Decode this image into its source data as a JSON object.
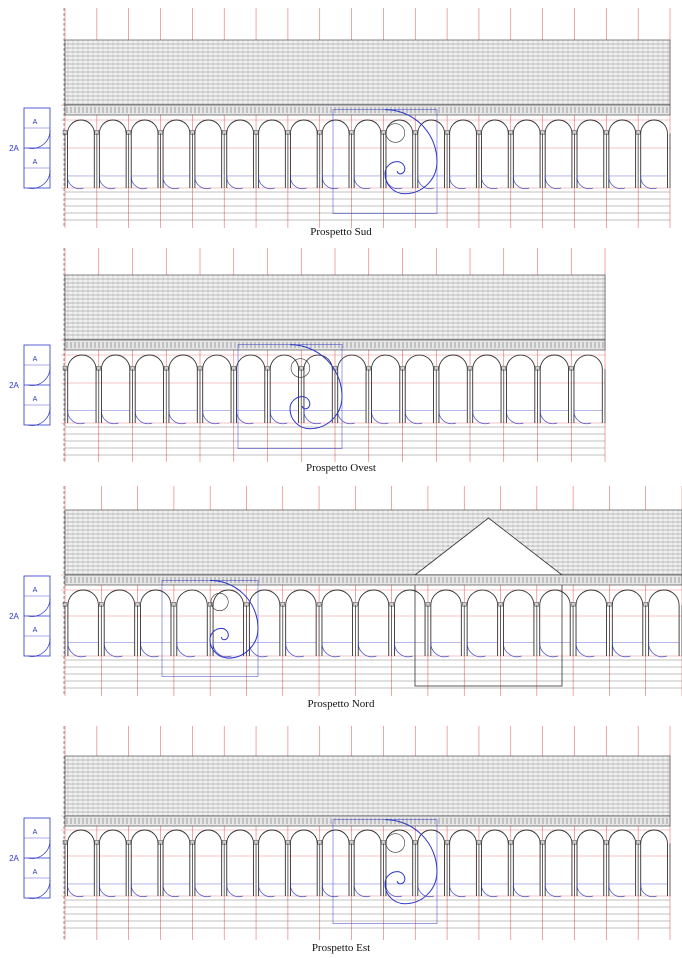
{
  "colors": {
    "ink": "#333333",
    "roof": "#5a5a5a",
    "guide_red": "#e03c3c",
    "construction_blue": "#2b35c8",
    "paper": "#ffffff"
  },
  "scale_bar": {
    "total_label": "2A",
    "module_label": "A"
  },
  "elevations": [
    {
      "id": "sud",
      "title": "Prospetto Sud",
      "arches": 19,
      "spiral": "center"
    },
    {
      "id": "ovest",
      "title": "Prospetto Ovest",
      "arches": 16,
      "spiral": "left-center"
    },
    {
      "id": "nord",
      "title": "Prospetto Nord",
      "arches": 17,
      "spiral": "left",
      "pediment": true
    },
    {
      "id": "est",
      "title": "Prospetto Est",
      "arches": 19,
      "spiral": "center"
    }
  ]
}
